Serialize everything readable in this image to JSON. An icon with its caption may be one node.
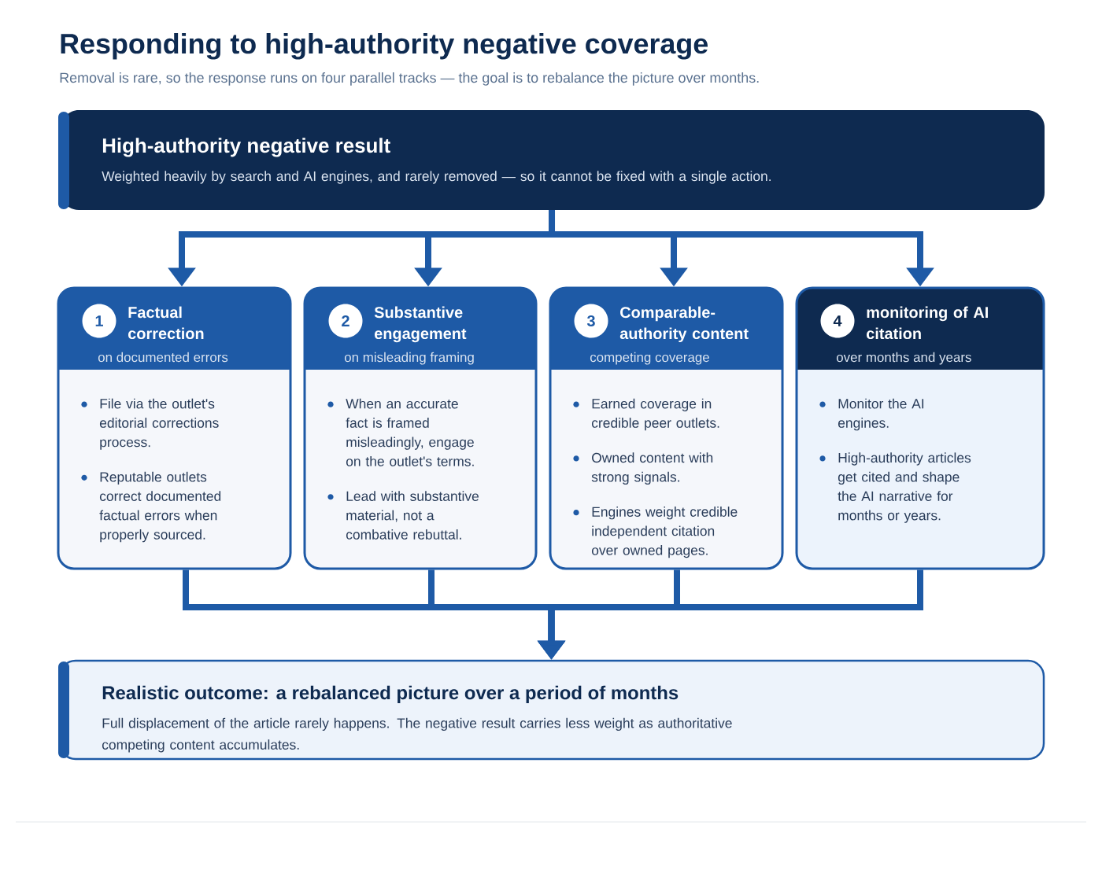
{
  "diagram": {
    "title": "Responding to high-authority negative coverage",
    "caption": "Removal is rare, so the response runs on four parallel tracks — the goal is to rebalance the picture over months.",
    "nodes": [
      {
        "text": [
          "High-authority negative result",
          "Weighted heavily by search and AI engines, and rarely removed — so it cannot be fixed with a single action."
        ]
      },
      {
        "text": [
          "Factual correction",
          "on documented errors",
          "File via the outlet's editorial corrections process.",
          "Reputable outlets correct documented factual errors when properly sourced."
        ]
      },
      {
        "text": [
          "1"
        ],
        "in": 1
      },
      {
        "text": [
          "Substantive engagement",
          "on misleading framing",
          "When an accurate fact is framed misleadingly, engage on the outlet's terms.",
          "Lead with substantive material, not a combative rebuttal."
        ]
      },
      {
        "text": [
          "2"
        ],
        "in": 3
      },
      {
        "text": [
          "Comparable-authority content",
          "competing coverage",
          "Earned coverage in credible peer outlets.",
          "Owned content with strong signals.",
          "Engines weight credible independent citation over owned pages."
        ]
      },
      {
        "text": [
          "3"
        ],
        "in": 5
      },
      {
        "text": [
          "monitoring of AI citation",
          "over months and years",
          "Monitor the AI engines.",
          "High-authority articles get cited and shape the AI narrative for months or years."
        ]
      },
      {
        "text": [
          "4"
        ],
        "in": 7
      },
      {
        "text": [
          "Realistic outcome: a rebalanced picture over a period of months",
          "Full displacement of the article rarely happens. The negative result carries less weight as authoritative competing content accumulates."
        ]
      }
    ],
    "edges": [
      {
        "from": 0,
        "to": 1,
        "arrow": "to"
      },
      {
        "from": 0,
        "to": 3,
        "arrow": "to"
      },
      {
        "from": 0,
        "to": 5,
        "arrow": "to"
      },
      {
        "from": 0,
        "to": 7,
        "arrow": "to"
      },
      {
        "from": 1,
        "to": 9,
        "arrow": "to"
      },
      {
        "from": 3,
        "to": 9,
        "arrow": "to"
      },
      {
        "from": 5,
        "to": 9,
        "arrow": "to"
      },
      {
        "from": 7,
        "to": 9,
        "arrow": "to"
      }
    ]
  }
}
